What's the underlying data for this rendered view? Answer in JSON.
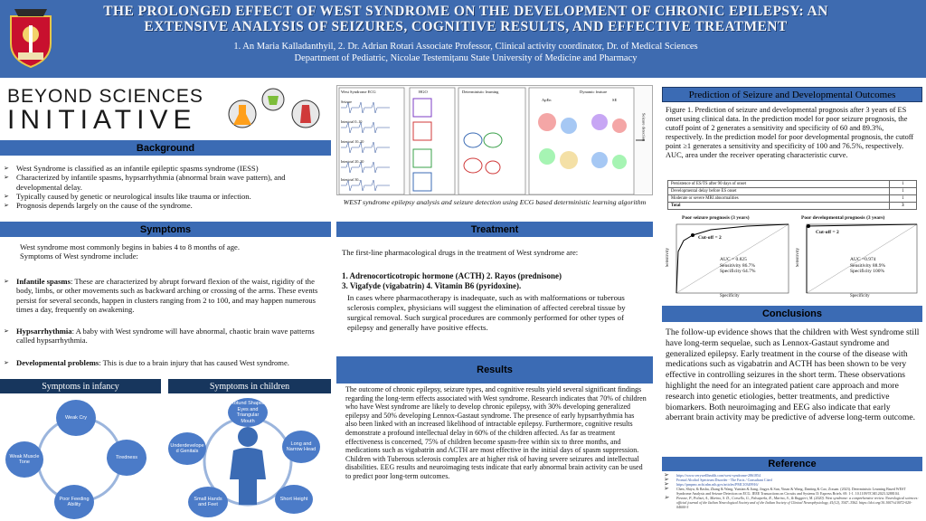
{
  "header": {
    "title": "THE PROLONGED EFFECT OF WEST SYNDROME ON THE DEVELOPMENT OF CHRONIC EPILEPSY: AN EXTENSIVE ANALYSIS OF SEIZURES, COGNITIVE RESULTS, AND EFFECTIVE TREATMENT",
    "authors": "1. An Maria Kalladanthyil,  2. Dr. Adrian Rotari Associate Professor, Clinical activity coordinator, Dr. of Medical Sciences",
    "department": "Department of  Pediatric, Nicolae Testemițanu State University of Medicine and Pharmacy"
  },
  "logo": {
    "line1": "BEYOND SCIENCES",
    "line2": "INITIATIVE"
  },
  "background": {
    "heading": "Background",
    "items": [
      "West Syndrome is classified as an infantile epileptic spasms syndrome (IESS)",
      "Characterized by infantile spasms, hypsarrhythmia (abnormal brain wave pattern), and developmental delay.",
      "Typically caused by genetic or neurological insults like trauma or infection.",
      "Prognosis depends largely on the cause of the syndrome."
    ]
  },
  "symptoms": {
    "heading": "Symptoms",
    "intro": "West syndrome most commonly begins in babies 4 to 8 months of age.",
    "intro2": "Symptoms of West syndrome include:",
    "infantile_label": "Infantile spasms",
    "infantile_text": ": These are characterized by abrupt forward flexion of the waist, rigidity of the body, limbs, or other movements such as backward arching or crossing of the arms. These events persist for several seconds, happen in clusters ranging from 2 to 100, and may happen numerous times a day, frequently on awakening.",
    "hyps_label": "Hypsarrhythmia",
    "hyps_text": ": A baby with West syndrome will have abnormal, chaotic brain wave patterns called hypsarrhythmia.",
    "dev_label": "Developmental problems",
    "dev_text": ": This is due to a brain injury that has caused West syndrome."
  },
  "infancy": {
    "heading": "Symptoms in infancy",
    "items": [
      "Weak Cry",
      "Tiredness",
      "Poor Feeding Ability",
      "Weak Muscle Tone"
    ]
  },
  "children": {
    "heading": "Symptoms in children",
    "items": [
      "Rotund Shaped Eyes and Triangular Mouth",
      "Long and Narrow Head",
      "Short Height",
      "Small Hands and Feet",
      "Underdevelope d Genitals"
    ]
  },
  "figure": {
    "caption": "WEST syndrome epilepsy analysis and seizure detection using ECG based deterministic learning algorithm",
    "labels": [
      "West Syndrome ECG",
      "HGO",
      "Deterministic learning",
      "Dynamic feature",
      "ApEn",
      "SE",
      "Seizure detection"
    ],
    "ecg_labels": [
      "Seizure",
      "Interictal 0–10",
      "Interictal 10–20",
      "Interictal 20–30",
      "Interictal 30–"
    ]
  },
  "treatment": {
    "heading": "Treatment",
    "intro": "The first-line pharmacological drugs in the treatment of West syndrome are:",
    "drugs1": "1.    Adrenocorticotropic hormone (ACTH)    2.    Rayos (prednisone)",
    "drugs2": "3. Vigafyde (vigabatrin)      4.    Vitamin B6 (pyridoxine).",
    "text": "In cases where pharmacotherapy is inadequate, such as with malformations or tuberous sclerosis complex, physicians will suggest the elimination of affected cerebral tissue by surgical removal. Such surgical procedures are commonly performed for other types of epilepsy and generally have positive effects."
  },
  "results": {
    "heading": "Results",
    "text": "The outcome of chronic epilepsy, seizure types, and cognitive results yield several significant findings regarding the long-term effects associated with West syndrome. Research indicates that 70% of children who have West syndrome are likely to develop chronic epilepsy, with 30% developing generalized epilepsy and 50% developing Lennox-Gastaut syndrome. The presence of early hypsarrhythmia has also been linked with an increased likelihood of intractable epilepsy. Furthermore, cognitive results demonstrate a profound intellectual delay in 60% of the children affected. As far as treatment effectiveness is concerned, 75% of children become spasm-free within six to three months, and medications such as vigabatrin and ACTH are most effective in the initial days of spasm suppression. Children with Tuberous sclerosis complex are at higher risk of having severe seizures and intellectual disabilities. EEG results and neuroimaging tests indicate that early abnormal brain activity can be used to predict poor long-term outcomes."
  },
  "prediction": {
    "heading": "Prediction of Seizure and Developmental Outcomes",
    "text": "Figure 1. Prediction of seizure and developmental prognosis after 3 years of ES onset using clinical data. In the prediction model for poor seizure prognosis, the cutoff point of 2 generates a sensitivity and specificity of 60 and 89.3%, respectively. In the prediction model for poor developmental prognosis, the cutoff point ≥1 generates a sensitivity and specificity of 100 and 76.5%, respectively. AUC, area under the receiver operating characteristic curve.",
    "table": [
      [
        "Persistence of ES/TS after 90 days of onset",
        "1"
      ],
      [
        "Developmental delay before ES onset",
        "1"
      ],
      [
        "Moderate or severe MRI abnormalities",
        "1"
      ],
      [
        "Total",
        "3"
      ]
    ],
    "roc1": {
      "title": "Poor seizure prognosis (3 years)",
      "cutoff": "Cut-off = 2",
      "auc": "AUC = 0.825",
      "sens": "Sensitivity 86.7%",
      "spec": "Specificity 64.7%",
      "xlabel": "Specificity",
      "ylabel": "Sensitivity"
    },
    "roc2": {
      "title": "Poor developmental prognosis (3 years)",
      "cutoff": "Cut-off = 2",
      "auc": "AUC =0.974",
      "sens": "Sensitivity 88.9%",
      "spec": "Specificity 100%",
      "xlabel": "Specificity",
      "ylabel": "Sensitivity"
    }
  },
  "conclusions": {
    "heading": "Conclusions",
    "text": "The follow-up evidence shows that the children with West syndrome still have long-term sequelae, such as Lennox-Gastaut syndrome and generalized epilepsy. Early treatment in the course of the disease with medications such as vigabatrin and ACTH has been shown to be very effective in controlling seizures in the short term. These observations highlight the need for an integrated patient care approach and more research into genetic etiologies, better treatments, and predictive biomarkers. Both neuroimaging and EEG also indicate that early aberrant brain activity may be predictive of adverse long-term outcome."
  },
  "reference": {
    "heading": "Reference",
    "items": [
      "https://www.verywellhealth.com/west-syndrome-2861854",
      "Frontal Alcohol Spectrum Disorder - The Facts / Consultant Cited",
      "https://pmpmc.ncbi.nlm.nih.gov/articles/PMC10349916/",
      "Chen, Shiyu, & Rasha, Zhang & Wang, Yuntian & Jiang, Jingya & Sun, Yinan & Wang, Danting & Cao, Zixuan. (2023). Deterministic Learning Based WEST Syndrome Analysis and Seizure Detection on ECG. IEEE Transactions on Circuits and Systems II: Express Briefs. 69. 1-1. 10.1109/TCSII.2023.3288104.",
      "Pavone, P., Polizzi, A., Marino, S. D., Corsello, G., Falsaperla, R., Marino, S., & Ruggieri, M. (2020). West syndrome: a comprehensive review. Neurological sciences: official journal of the Italian Neurological Society and of the Italian Society of Clinical Neurophysiology, 41(12), 3547–3562. https://doi.org/10.1007/s10072-020-04600-5"
    ]
  }
}
